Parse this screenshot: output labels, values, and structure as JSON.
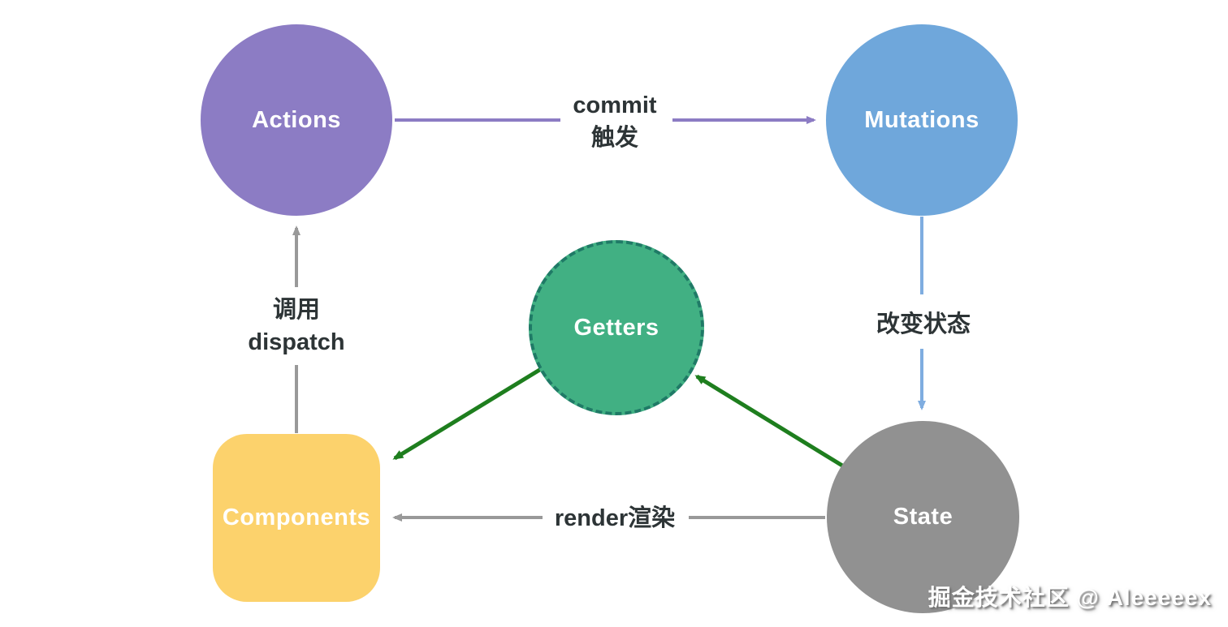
{
  "diagram": {
    "type": "flow-diagram",
    "topic": "Vuex data flow",
    "nodes": [
      {
        "id": "actions",
        "label": "Actions",
        "shape": "circle",
        "color": "#8C7CC4",
        "text_color": "#FFFFFF"
      },
      {
        "id": "mutations",
        "label": "Mutations",
        "shape": "circle",
        "color": "#6FA7DB",
        "text_color": "#FFFFFF"
      },
      {
        "id": "getters",
        "label": "Getters",
        "shape": "circle",
        "color": "#41B083",
        "border_color": "#1F7A66",
        "border_style": "dashed",
        "text_color": "#FFFFFF"
      },
      {
        "id": "state",
        "label": "State",
        "shape": "circle",
        "color": "#919191",
        "text_color": "#FFFFFF"
      },
      {
        "id": "components",
        "label": "Components",
        "shape": "rounded-rect",
        "color": "#FCD26C",
        "text_color": "#FFFFFF"
      }
    ],
    "edges": [
      {
        "from": "actions",
        "to": "mutations",
        "label_line1": "commit",
        "label_line2": "触发",
        "color": "#8C7CC4"
      },
      {
        "from": "mutations",
        "to": "state",
        "label_line1": "改变状态",
        "label_line2": "",
        "color": "#7FADE0"
      },
      {
        "from": "state",
        "to": "components",
        "label_line1": "render渲染",
        "label_line2": "",
        "color": "#999999"
      },
      {
        "from": "components",
        "to": "actions",
        "label_line1": "调用",
        "label_line2": "dispatch",
        "color": "#999999"
      },
      {
        "from": "state",
        "to": "getters",
        "label_line1": "",
        "label_line2": "",
        "color": "#1E7E1E"
      },
      {
        "from": "getters",
        "to": "components",
        "label_line1": "",
        "label_line2": "",
        "color": "#1E7E1E"
      }
    ],
    "label_color": "#2D3436",
    "watermark": "掘金技术社区 @ Aleeeeex"
  }
}
